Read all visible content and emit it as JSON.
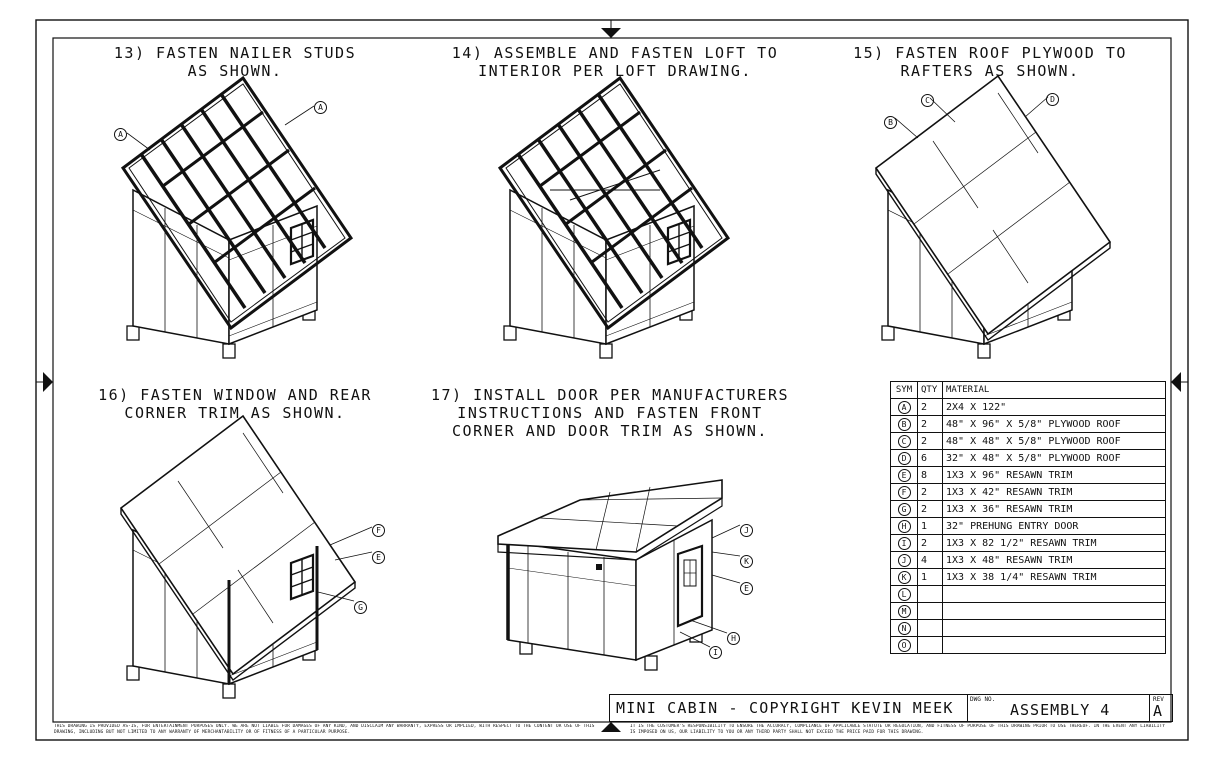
{
  "steps": [
    {
      "text": "13) FASTEN NAILER STUDS\nAS SHOWN."
    },
    {
      "text": "14) ASSEMBLE AND FASTEN LOFT TO\nINTERIOR PER LOFT DRAWING."
    },
    {
      "text": "15) FASTEN ROOF PLYWOOD TO\nRAFTERS AS SHOWN."
    },
    {
      "text": "16) FASTEN WINDOW AND REAR\nCORNER TRIM AS SHOWN."
    },
    {
      "text": "17) INSTALL DOOR PER MANUFACTURERS\nINSTRUCTIONS AND FASTEN FRONT\nCORNER AND DOOR TRIM AS SHOWN."
    }
  ],
  "callouts": {
    "a": "A",
    "b": "B",
    "c": "C",
    "d": "D",
    "e": "E",
    "f": "F",
    "g": "G",
    "h": "H",
    "i": "I",
    "j": "J",
    "k": "K"
  },
  "materials": {
    "headers": {
      "sym": "SYM",
      "qty": "QTY",
      "material": "MATERIAL"
    },
    "rows": [
      {
        "sym": "A",
        "qty": "2",
        "material": "2X4 X 122\""
      },
      {
        "sym": "B",
        "qty": "2",
        "material": "48\" X 96\" X 5/8\" PLYWOOD ROOF"
      },
      {
        "sym": "C",
        "qty": "2",
        "material": "48\" X 48\" X 5/8\" PLYWOOD ROOF"
      },
      {
        "sym": "D",
        "qty": "6",
        "material": "32\" X 48\" X 5/8\" PLYWOOD ROOF"
      },
      {
        "sym": "E",
        "qty": "8",
        "material": "1X3 X 96\" RESAWN TRIM"
      },
      {
        "sym": "F",
        "qty": "2",
        "material": "1X3 X 42\" RESAWN TRIM"
      },
      {
        "sym": "G",
        "qty": "2",
        "material": "1X3 X 36\" RESAWN TRIM"
      },
      {
        "sym": "H",
        "qty": "1",
        "material": "32\" PREHUNG ENTRY DOOR"
      },
      {
        "sym": "I",
        "qty": "2",
        "material": "1X3 X 82 1/2\" RESAWN TRIM"
      },
      {
        "sym": "J",
        "qty": "4",
        "material": "1X3 X 48\" RESAWN TRIM"
      },
      {
        "sym": "K",
        "qty": "1",
        "material": "1X3 X 38 1/4\" RESAWN TRIM"
      },
      {
        "sym": "L",
        "qty": "",
        "material": ""
      },
      {
        "sym": "M",
        "qty": "",
        "material": ""
      },
      {
        "sym": "N",
        "qty": "",
        "material": ""
      },
      {
        "sym": "O",
        "qty": "",
        "material": ""
      }
    ]
  },
  "title_block": {
    "name": "MINI CABIN - COPYRIGHT KEVIN MEEK",
    "dwg_label": "DWG NO.",
    "dwg_no": "ASSEMBLY 4",
    "rev_label": "REV",
    "rev": "A"
  },
  "disclaimer_left": "THIS DRAWING IS PROVIDED AS-IS, FOR ENTERTAINMENT PURPOSES ONLY. WE ARE NOT LIABLE FOR DAMAGES OF ANY KIND, AND DISCLAIM ANY WARRANTY, EXPRESS OR IMPLIED, WITH RESPECT TO THE CONTENT OR USE OF THIS DRAWING, INCLUDING BUT NOT LIMITED TO ANY WARRANTY OF MERCHANTABILITY OR OF FITNESS OF A PARTICULAR PURPOSE.",
  "disclaimer_right": "IT IS THE CUSTOMER'S RESPONSIBILITY TO ENSURE THE ACCURACY, COMPLIANCE OF APPLICABLE STATUTE OR REGULATION, AND FITNESS OF PURPOSE OF THIS DRAWING PRIOR TO USE THEREOF. IN THE EVENT ANY LIABILITY IS IMPOSED ON US, OUR LIABILITY TO YOU OR ANY THIRD PARTY SHALL NOT EXCEED THE PRICE PAID FOR THIS DRAWING."
}
